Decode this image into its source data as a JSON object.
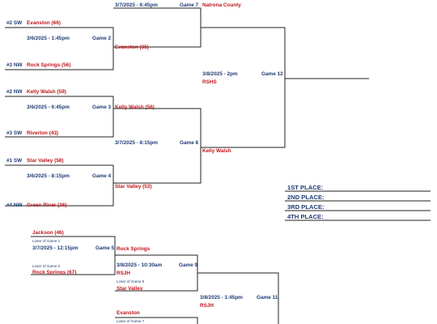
{
  "colors": {
    "line": "#222222",
    "team": "#c0141b",
    "info": "#1f3b74"
  },
  "games": {
    "g2": {
      "slot1": "#2 SW",
      "team1": "Evanston (66)",
      "time": "3/6/2025 - 1:45pm",
      "label": "Game 2",
      "slot2": "#3 NW",
      "team2": "Rock Springs (56)",
      "winner": "Evanston (35)"
    },
    "g3": {
      "slot1": "#2 NW",
      "team1": "Kelly Walsh (59)",
      "time": "3/6/2025 - 6:45pm",
      "label": "Game 3",
      "slot2": "#3 SW",
      "team2": "Riverton (43)",
      "winner": "Kelly Walsh (56)"
    },
    "g4": {
      "slot1": "#1 SW",
      "team1": "Star Valley (58)",
      "time": "3/6/2025 - 8:15pm",
      "label": "Game 4",
      "slot2": "#4 NW",
      "team2": "Green River (36)",
      "winner": "Star Valley (53)"
    },
    "g7": {
      "time": "3/7/2025 - 6:45pm",
      "label": "Game 7",
      "team": "Natrona County"
    },
    "g8": {
      "time": "3/7/2025 - 8:15pm",
      "label": "Game 8",
      "winner": "Kelly Walsh"
    },
    "g12": {
      "time": "3/8/2025 - 2pm",
      "label": "Game 12",
      "venue": "RSHS"
    },
    "g5": {
      "team1": "Jackson (46)",
      "loser1": "Loser of Game 1",
      "time": "3/7/2025 - 12:15pm",
      "label": "Game 5",
      "loser2": "Loser of Game 2",
      "team2": "Rock Springs (67)",
      "winner": "Rock Springs"
    },
    "g9": {
      "time": "3/8/2025 - 10:30am",
      "label": "Game 9",
      "venue": "RSJH",
      "loser": "Loser of Game 6",
      "team": "Star Valley"
    },
    "g11": {
      "time": "3/8/2025 - 1:45pm",
      "label": "Game 11",
      "venue": "RSJH"
    },
    "g10": {
      "team": "Evanston",
      "loser": "Loser of Game 7"
    }
  },
  "places": [
    "1ST PLACE:",
    "2ND PLACE:",
    "3RD PLACE:",
    "4TH PLACE:"
  ]
}
